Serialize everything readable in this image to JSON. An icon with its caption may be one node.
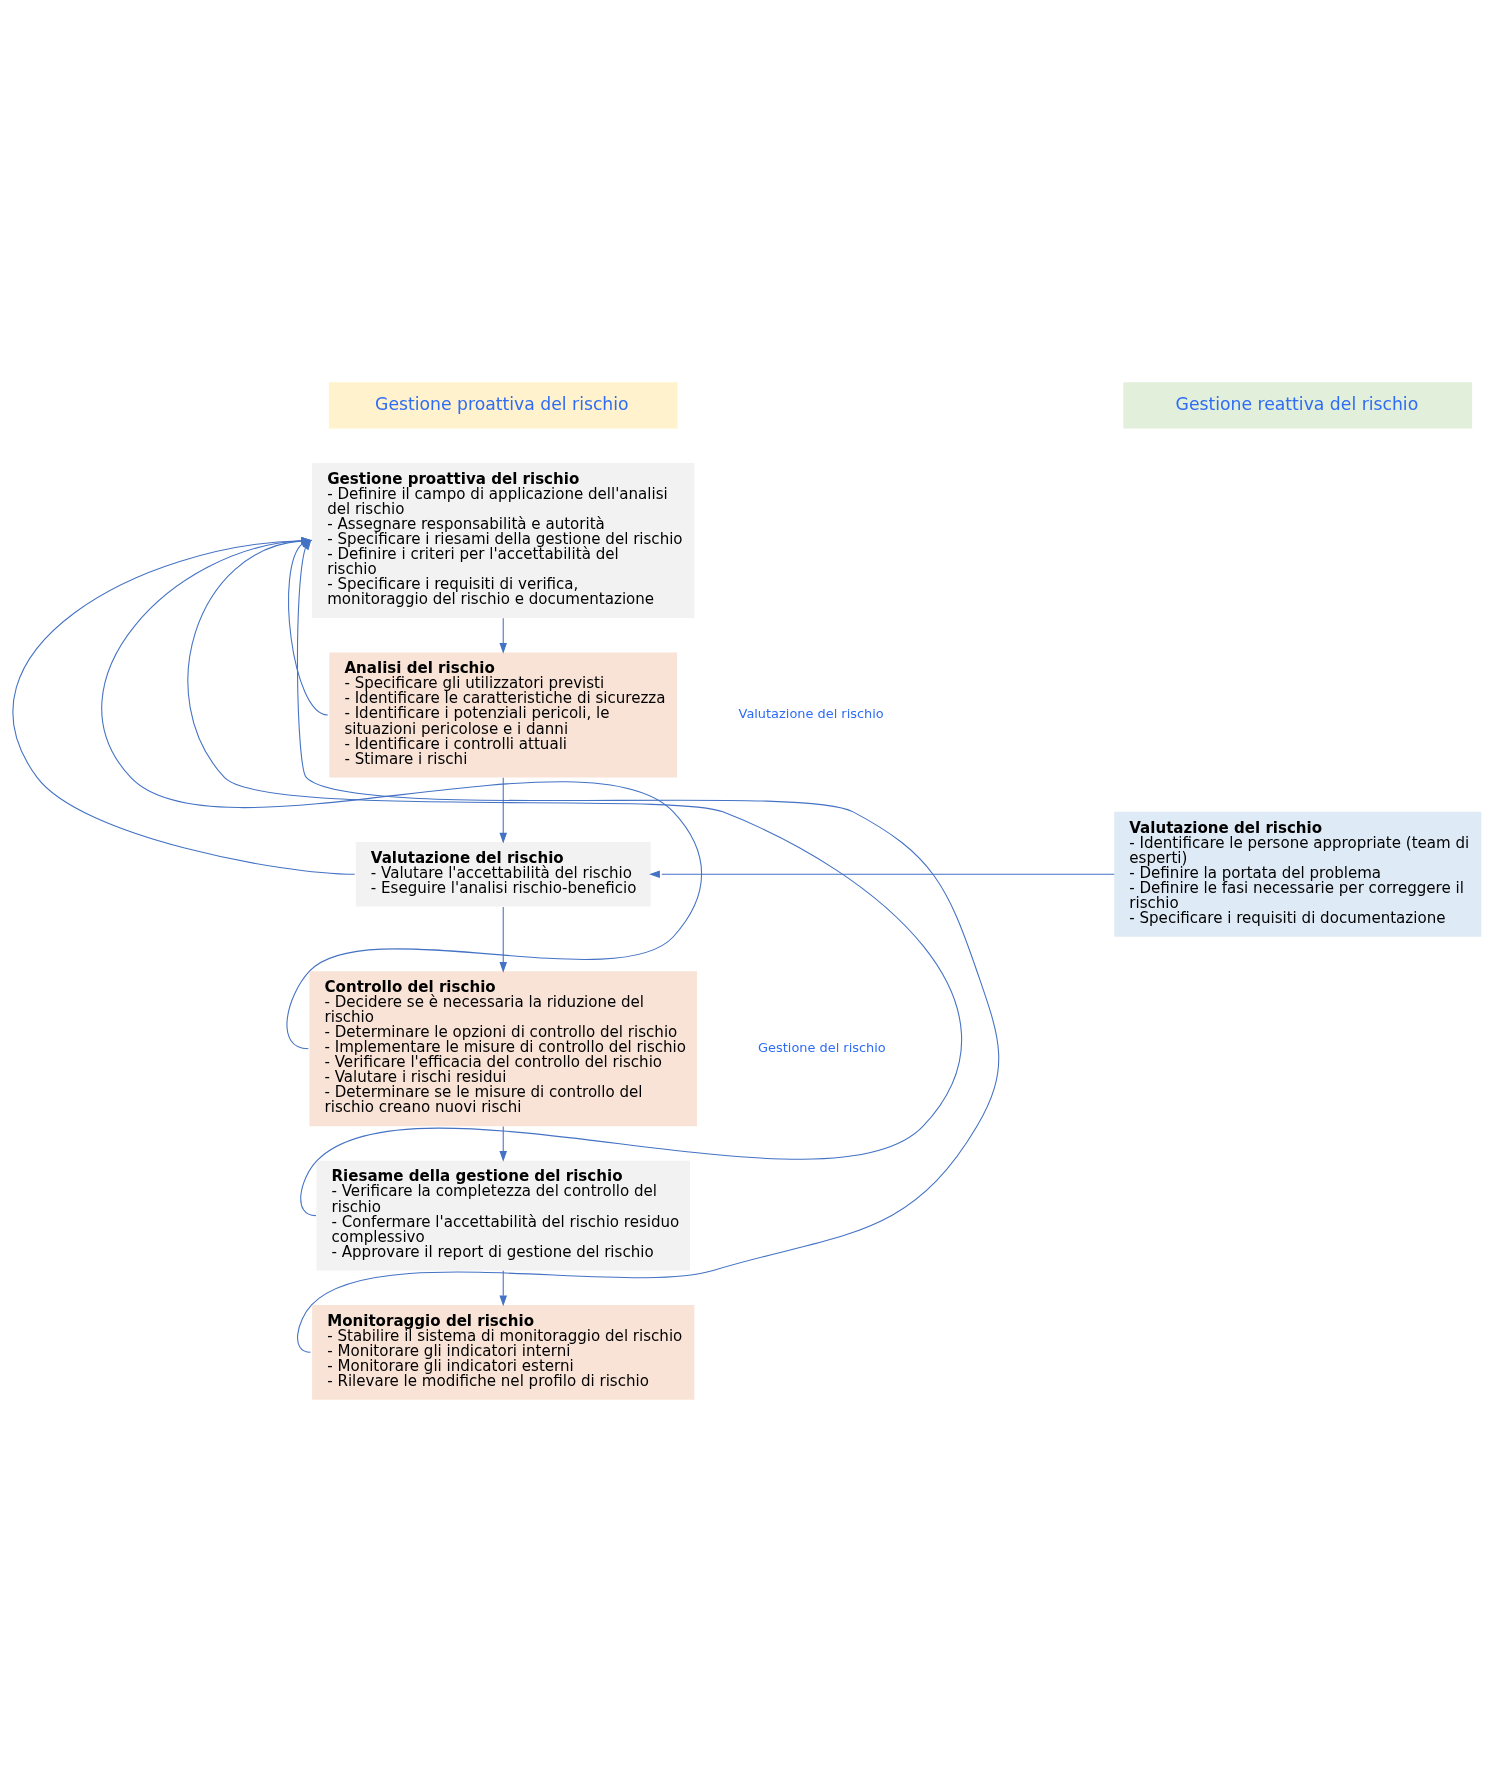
{
  "diagram": {
    "nodes": [
      {
        "text": [
          "Gestione proattiva del rischio"
        ]
      },
      {
        "text": [
          "Gestione reattiva del rischio"
        ]
      },
      {
        "text": [
          "Gestione proattiva del rischio",
          "- Definire il campo di applicazione dell'analisi del rischio",
          "- Assegnare responsabilità e autorità",
          "- Specificare i riesami della gestione del rischio",
          "- Definire i criteri per l'accettabilità del rischio",
          "- Specificare i requisiti di verifica, monitoraggio del rischio e documentazione"
        ]
      },
      {
        "text": [
          "Analisi del rischio",
          "- Specificare gli utilizzatori previsti",
          "- Identificare le caratteristiche di sicurezza",
          "- Identificare i potenziali pericoli, le situazioni pericolose e i danni",
          "- Identificare i controlli attuali",
          "- Stimare i rischi"
        ]
      },
      {
        "text": [
          "Valutazione del rischio",
          "- Valutare l'accettabilità del rischio",
          "- Eseguire l'analisi rischio-beneficio"
        ]
      },
      {
        "text": [
          "Controllo del rischio",
          "- Decidere se è necessaria la riduzione del rischio",
          "- Determinare le opzioni di controllo del rischio",
          "- Implementare le misure di controllo del rischio",
          "- Verificare l'efficacia del controllo del rischio",
          "- Valutare i rischi residui",
          "- Determinare se le misure di controllo del rischio creano nuovi rischi"
        ]
      },
      {
        "text": [
          "Riesame della gestione del rischio",
          "- Verificare la completezza del controllo del rischio",
          "- Confermare l'accettabilità del rischio residuo complessivo",
          "- Approvare il report di gestione del rischio"
        ]
      },
      {
        "text": [
          "Monitoraggio del rischio",
          "- Stabilire il sistema di monitoraggio del rischio",
          "- Monitorare gli indicatori interni",
          "- Monitorare gli indicatori esterni",
          "- Rilevare le modifiche nel profilo di rischio"
        ]
      },
      {
        "text": [
          "Valutazione del rischio",
          "- Identificare le persone appropriate (team di esperti)",
          "- Definire la portata del problema",
          "- Definire le fasi necessarie per correggere il rischio",
          "- Specificare i requisiti di documentazione"
        ]
      }
    ],
    "edges": [
      {
        "from": 2,
        "to": 3,
        "arrow": "to"
      },
      {
        "from": 3,
        "to": 4,
        "arrow": "to"
      },
      {
        "from": 4,
        "to": 5,
        "arrow": "to"
      },
      {
        "from": 5,
        "to": 6,
        "arrow": "to"
      },
      {
        "from": 6,
        "to": 7,
        "arrow": "to"
      },
      {
        "from": 8,
        "to": 4,
        "arrow": "to"
      },
      {
        "from": 3,
        "to": 2,
        "arrow": "to"
      },
      {
        "from": 4,
        "to": 2,
        "arrow": "to"
      },
      {
        "from": 5,
        "to": 2,
        "arrow": "to"
      },
      {
        "from": 6,
        "to": 2,
        "arrow": "to"
      },
      {
        "from": 7,
        "to": 2,
        "arrow": "to"
      }
    ],
    "labels": [
      "Valutazione del rischio",
      "Gestione del rischio"
    ]
  }
}
